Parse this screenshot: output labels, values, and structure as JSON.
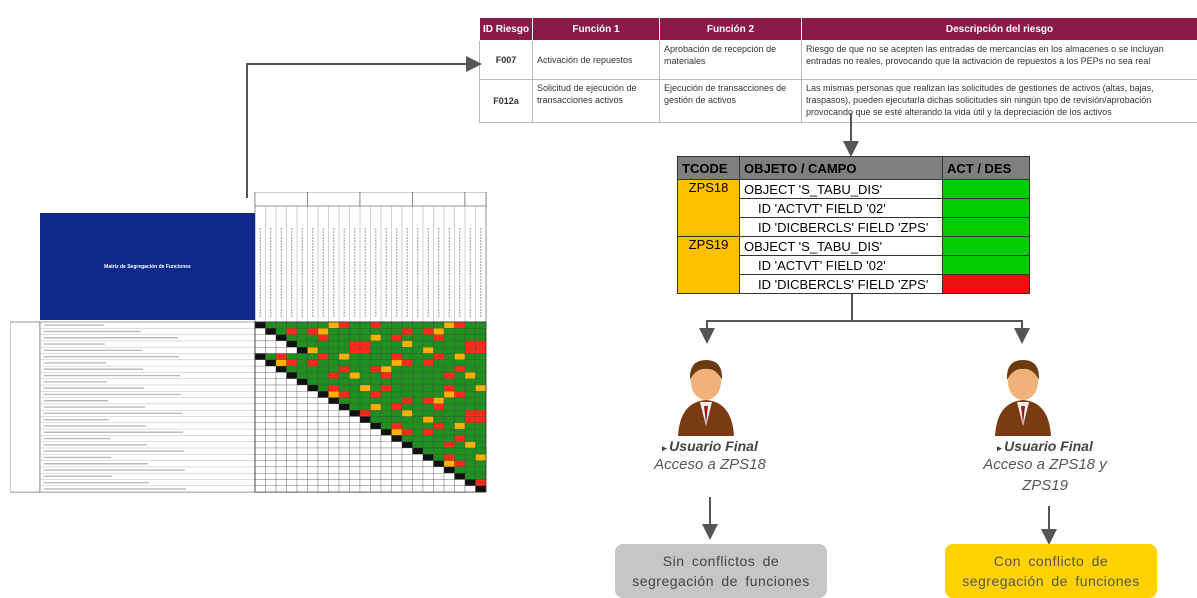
{
  "risk_table": {
    "headers": [
      "ID Riesgo",
      "Función 1",
      "Función 2",
      "Descripción del riesgo"
    ],
    "rows": [
      {
        "id": "F007",
        "f1": "Activación de repuestos",
        "f2": "Aprobación de recepción de materiales",
        "desc": "Riesgo de que no se acepten las entradas de mercancías en los almacenes o se incluyan entradas no reales, provocando que la activación de repuestos a los PEPs no sea real"
      },
      {
        "id": "F012a",
        "f1": "Solicitud de ejecución de transacciones activos",
        "f2": "Ejecución de transacciones de gestión de activos",
        "desc": "Las mismas personas que realizan las solicitudes de gestiones de activos (altas, bajas, traspasos), pueden ejecutarla dichas solicitudes sin ningún tipo de revisión/aprobación provocando que se esté alterando la vida útil y la depreciación de los activos"
      }
    ]
  },
  "tcode_table": {
    "headers": [
      "TCODE",
      "OBJETO / CAMPO",
      "ACT / DES"
    ],
    "groups": [
      {
        "tcode": "ZPS18",
        "rows": [
          {
            "obj": "OBJECT 'S_TABU_DIS'",
            "status": "green"
          },
          {
            "obj": "ID 'ACTVT' FIELD '02'",
            "status": "green"
          },
          {
            "obj": "ID 'DICBERCLS' FIELD 'ZPS'",
            "status": "green"
          }
        ]
      },
      {
        "tcode": "ZPS19",
        "rows": [
          {
            "obj": "OBJECT 'S_TABU_DIS'",
            "status": "green"
          },
          {
            "obj": "ID 'ACTVT' FIELD '02'",
            "status": "green"
          },
          {
            "obj": "ID 'DICBERCLS' FIELD 'ZPS'",
            "status": "red"
          }
        ]
      }
    ]
  },
  "matrix": {
    "title": "Matriz de Segregación de Funciones"
  },
  "users": {
    "left": {
      "role": "Usuario Final",
      "access": "Acceso a ZPS18"
    },
    "right": {
      "role": "Usuario Final",
      "access_line1": "Acceso a ZPS18 y",
      "access_line2": "ZPS19"
    }
  },
  "results": {
    "left": {
      "line1": "Sin conflictos de",
      "line2": "segregación de funciones"
    },
    "right": {
      "line1": "Con conflicto de",
      "line2": "segregación de funciones"
    }
  },
  "colors": {
    "risk_header": "#8b1a4a",
    "tcode_fill": "#ffc000",
    "ok": "#00cc00",
    "conflict": "#ee1111",
    "matrix_title": "#0d2a8a",
    "result_ok": "#c6c6c6",
    "result_conflict": "#ffd200"
  }
}
